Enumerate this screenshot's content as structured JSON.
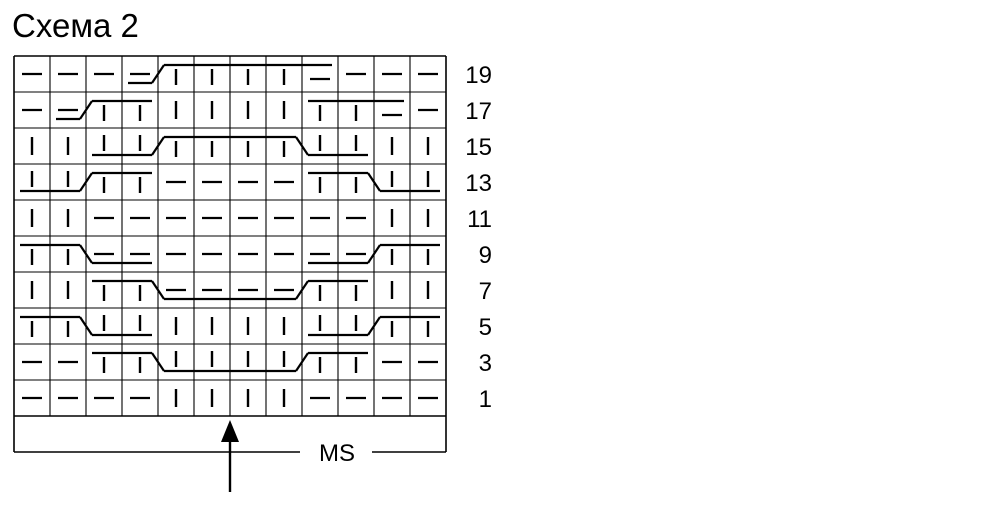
{
  "title": "Схема 2",
  "legend_label": "MS",
  "symbol_key": {
    "P": "purl-dash",
    "K": "knit-bar",
    "U": "knit-bar-underlined",
    "O": "knit-bar-overlined",
    "V": "purl-dash-overlined",
    "W": "purl-dash-underlined"
  },
  "chart_data": {
    "type": "table",
    "columns": 12,
    "rows": [
      {
        "label": "19",
        "cells": [
          "P",
          "P",
          "P",
          "W",
          "O",
          "O",
          "O",
          "O",
          "V",
          "P",
          "P",
          "P"
        ]
      },
      {
        "label": "17",
        "cells": [
          "P",
          "W",
          "O",
          "O",
          "K",
          "K",
          "K",
          "K",
          "O",
          "O",
          "V",
          "P"
        ]
      },
      {
        "label": "15",
        "cells": [
          "K",
          "K",
          "U",
          "U",
          "O",
          "O",
          "O",
          "O",
          "U",
          "U",
          "K",
          "K"
        ]
      },
      {
        "label": "13",
        "cells": [
          "U",
          "U",
          "O",
          "O",
          "P",
          "P",
          "P",
          "P",
          "O",
          "O",
          "U",
          "U"
        ]
      },
      {
        "label": "11",
        "cells": [
          "K",
          "K",
          "P",
          "P",
          "P",
          "P",
          "P",
          "P",
          "P",
          "P",
          "K",
          "K"
        ]
      },
      {
        "label": "9",
        "cells": [
          "O",
          "O",
          "W",
          "W",
          "P",
          "P",
          "P",
          "P",
          "W",
          "W",
          "O",
          "O"
        ]
      },
      {
        "label": "7",
        "cells": [
          "K",
          "K",
          "O",
          "O",
          "W",
          "W",
          "W",
          "W",
          "O",
          "O",
          "K",
          "K"
        ]
      },
      {
        "label": "5",
        "cells": [
          "O",
          "O",
          "U",
          "U",
          "K",
          "K",
          "K",
          "K",
          "U",
          "U",
          "O",
          "O"
        ]
      },
      {
        "label": "3",
        "cells": [
          "P",
          "P",
          "O",
          "O",
          "U",
          "U",
          "U",
          "U",
          "O",
          "O",
          "P",
          "P"
        ]
      },
      {
        "label": "1",
        "cells": [
          "P",
          "P",
          "P",
          "P",
          "K",
          "K",
          "K",
          "K",
          "P",
          "P",
          "P",
          "P"
        ]
      }
    ]
  }
}
